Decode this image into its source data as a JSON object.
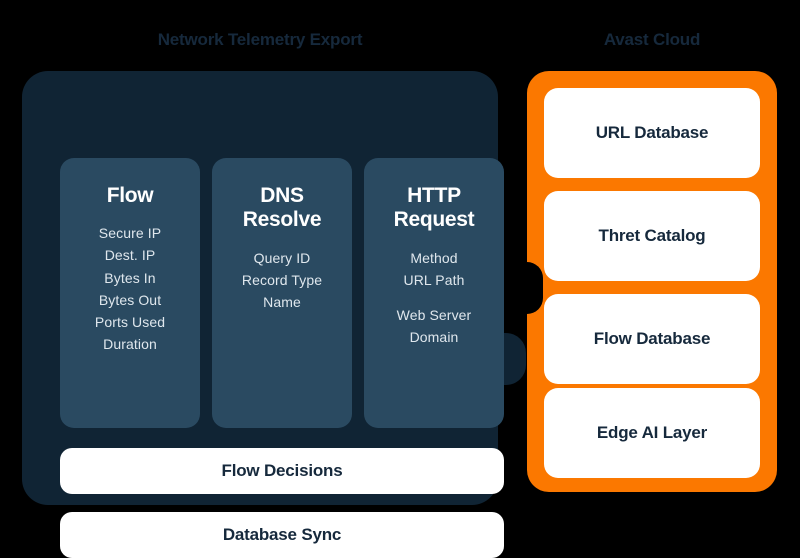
{
  "background_color": "#000000",
  "telemetry": {
    "title": "Network Telemetry Export",
    "panel_color": "#102434",
    "card_color": "#2a4a61",
    "columns": [
      {
        "heading": "Flow",
        "fields": [
          "Secure IP",
          "Dest. IP",
          "Bytes In",
          "Bytes Out",
          "Ports Used",
          "Duration"
        ]
      },
      {
        "heading": "DNS\nResolve",
        "fields": [
          "Query ID",
          "Record Type",
          "Name"
        ]
      },
      {
        "heading": "HTTP\nRequest",
        "fields": [
          "Method",
          "URL Path",
          "Web Server\nDomain"
        ]
      }
    ],
    "action_bars": [
      "Flow Decisions",
      "Database Sync"
    ]
  },
  "cloud": {
    "title": "Avast Cloud",
    "panel_color": "#fb7800",
    "cards": [
      "URL Database",
      "Thret Catalog",
      "Flow Database",
      "Edge AI Layer"
    ]
  },
  "connector": {
    "name": "arrow-right-icon",
    "direction": "telemetry-to-cloud"
  }
}
